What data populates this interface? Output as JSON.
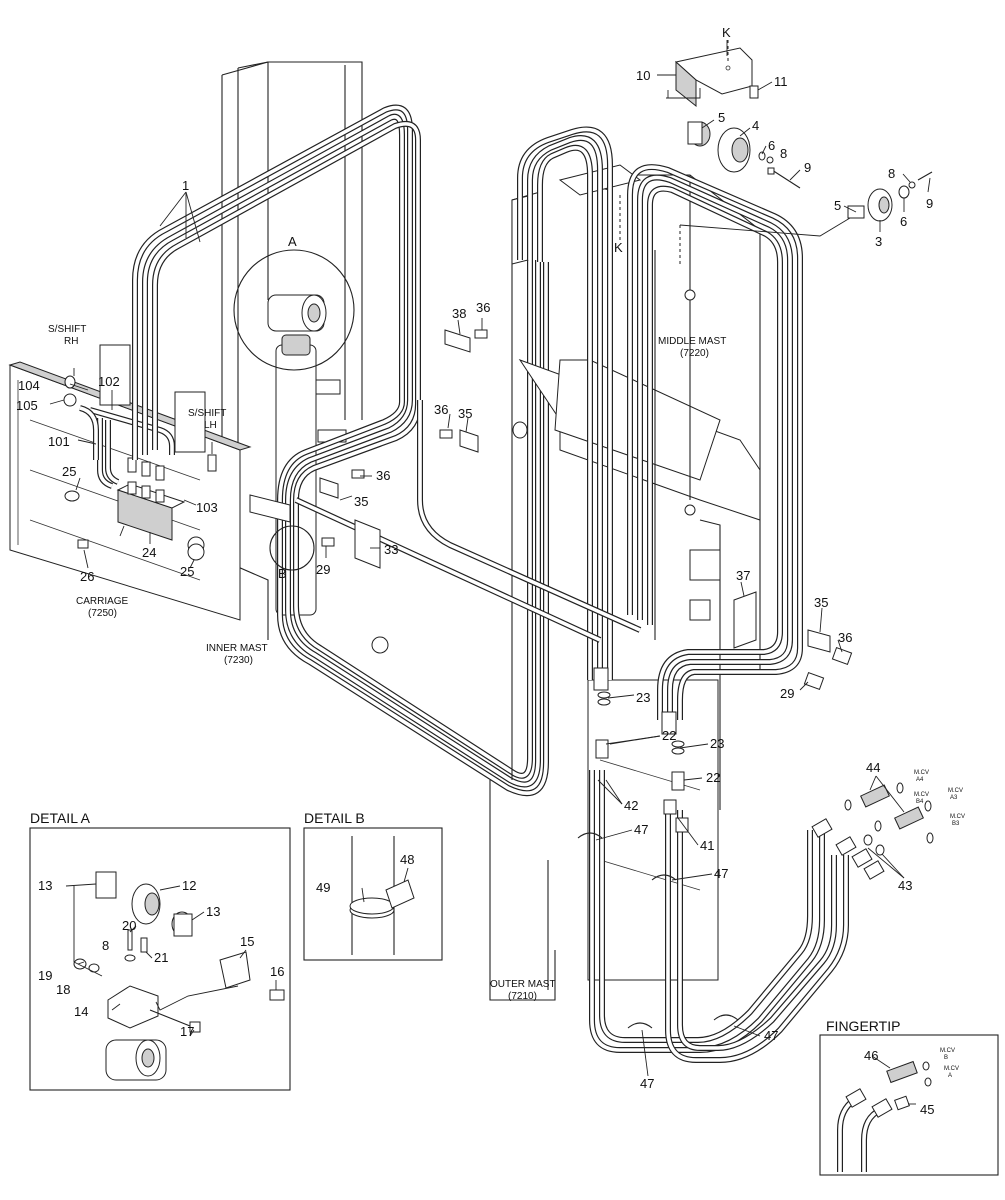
{
  "labels": {
    "mast_text": {
      "middle_mast": "MIDDLE MAST",
      "middle_mast_code": "(7220)",
      "inner_mast": "INNER MAST",
      "inner_mast_code": "(7230)",
      "outer_mast": "OUTER MAST",
      "outer_mast_code": "(7210)",
      "carriage": "CARRIAGE",
      "carriage_code": "(7250)",
      "sshift_rh_1": "S/SHIFT",
      "sshift_rh_2": "RH",
      "sshift_lh_1": "S/SHIFT",
      "sshift_lh_2": "LH",
      "mcv_m": "M.CV",
      "mcv_a4": "A4",
      "mcv_b4": "B4",
      "mcv_a3": "A3",
      "mcv_b3": "B3",
      "mcv_a": "A",
      "mcv_b": "B"
    },
    "details": {
      "detail_a": "DETAIL A",
      "detail_b": "DETAIL B",
      "fingertip": "FINGERTIP",
      "marker_a": "A",
      "marker_b": "B",
      "marker_k": "K"
    },
    "part_numbers": {
      "p1": "1",
      "p3": "3",
      "p4": "4",
      "p5": "5",
      "p6": "6",
      "p8": "8",
      "p9": "9",
      "p10": "10",
      "p11": "11",
      "p12": "12",
      "p13": "13",
      "p14": "14",
      "p15": "15",
      "p16": "16",
      "p17": "17",
      "p18": "18",
      "p19": "19",
      "p20": "20",
      "p21": "21",
      "p22": "22",
      "p23": "23",
      "p24": "24",
      "p25": "25",
      "p26": "26",
      "p29": "29",
      "p33": "33",
      "p35": "35",
      "p36": "36",
      "p37": "37",
      "p38": "38",
      "p41": "41",
      "p42": "42",
      "p43": "43",
      "p44": "44",
      "p45": "45",
      "p46": "46",
      "p47": "47",
      "p48": "48",
      "p49": "49",
      "p101": "101",
      "p102": "102",
      "p103": "103",
      "p104": "104",
      "p105": "105"
    }
  }
}
